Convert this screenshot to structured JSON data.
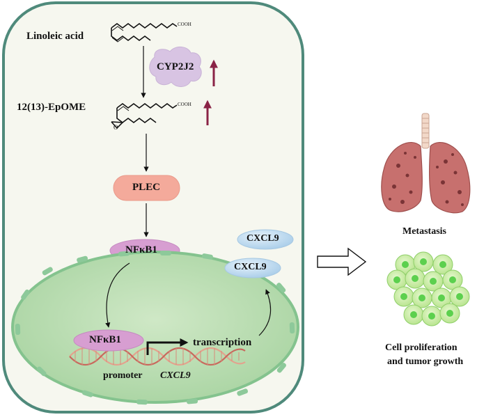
{
  "labels": {
    "linoleic_acid": "Linoleic acid",
    "epome": "12(13)-EpOME",
    "cooh_1": "COOH",
    "cooh_2": "COOH",
    "epoxide_o": "O",
    "cyp2j2": "CYP2J2",
    "plec": "PLEC",
    "nfkb1_cytoplasm": "NFκB1",
    "nfkb1_nucleus": "NFκB1",
    "cxcl9_top": "CXCL9",
    "cxcl9_bottom": "CXCL9",
    "transcription": "transcription",
    "promoter": "promoter",
    "cxcl9_gene": "CXCL9",
    "metastasis": "Metastasis",
    "cell_prolif_line1": "Cell proliferation",
    "cell_prolif_line2": "and tumor growth"
  },
  "colors": {
    "cell_border": "#4f8a7b",
    "cell_fill": "#f6f7ef",
    "nucleus_fill": "#b7dbb0",
    "nucleus_rim": "#84c38e",
    "cyp2j2_fill": "#d8c4e3",
    "plec_fill": "#f4aa9b",
    "nfkb1_fill": "#d79ed1",
    "cxcl9_fill": "#bdd8ee",
    "up_arrow": "#8a2346",
    "lung": "#c7706e",
    "tumor_cell": "#c5ec9c"
  },
  "icons": [
    "up-arrow-icon",
    "lung-icon",
    "tumor-cells-icon",
    "dna-helix-icon",
    "hollow-arrow-icon"
  ]
}
